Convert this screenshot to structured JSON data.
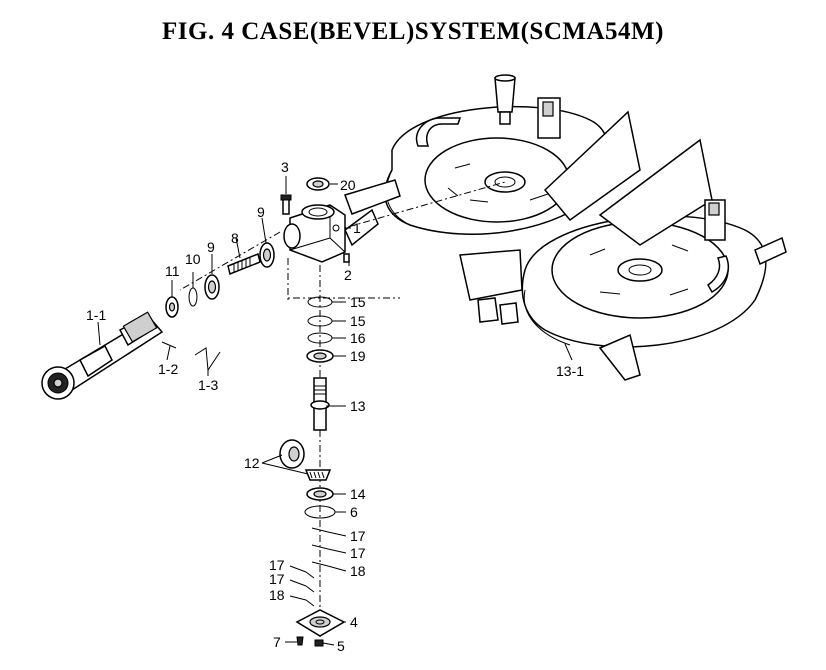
{
  "title": "FIG. 4  CASE(BEVEL)SYSTEM(SCMA54M)",
  "callouts": {
    "c1": "1",
    "c1_1": "1-1",
    "c1_2": "1-2",
    "c1_3": "1-3",
    "c2": "2",
    "c3": "3",
    "c4": "4",
    "c5": "5",
    "c6": "6",
    "c7": "7",
    "c8": "8",
    "c9a": "9",
    "c9b": "9",
    "c10": "10",
    "c11": "11",
    "c12": "12",
    "c13": "13",
    "c13_1": "13-1",
    "c14": "14",
    "c15a": "15",
    "c15b": "15",
    "c16": "16",
    "c17a": "17",
    "c17b": "17",
    "c17c": "17",
    "c17d": "17",
    "c18a": "18",
    "c18b": "18",
    "c19": "19",
    "c20": "20"
  }
}
